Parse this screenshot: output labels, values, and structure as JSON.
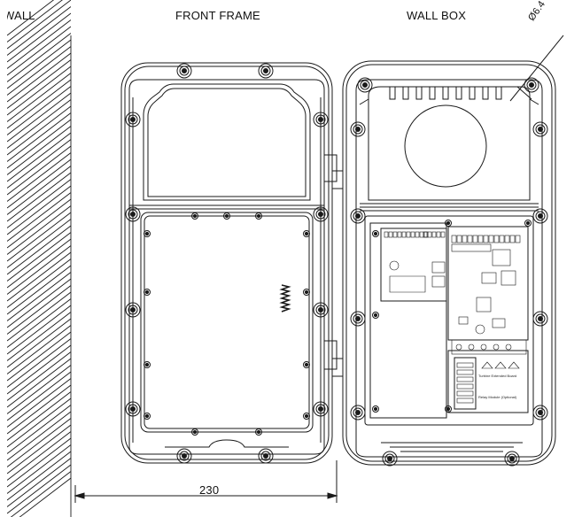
{
  "labels": {
    "wall": "WALL",
    "front_frame": "FRONT FRAME",
    "wall_box": "WALL BOX",
    "width_dimension": "230",
    "hole_diameter": "Ø6.4",
    "extender_board": "Turbine Extended Board",
    "relay_module": "Relay Module (Optional)"
  }
}
